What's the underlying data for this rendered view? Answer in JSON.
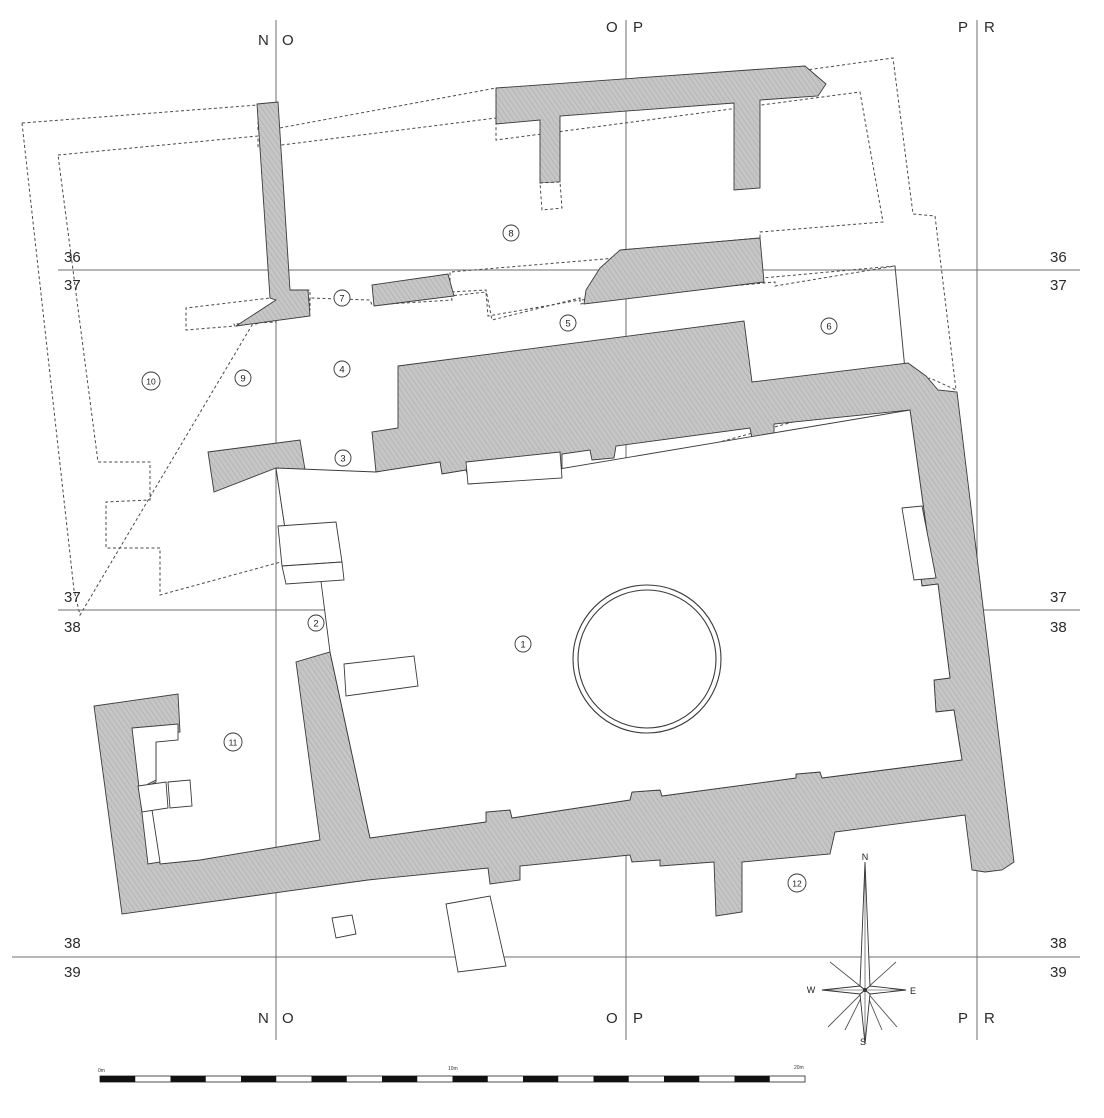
{
  "grid": {
    "columns_top": [
      {
        "left": "N",
        "right": "O"
      },
      {
        "left": "O",
        "right": "P"
      },
      {
        "left": "P",
        "right": "R"
      }
    ],
    "columns_bottom": [
      {
        "left": "N",
        "right": "O"
      },
      {
        "left": "O",
        "right": "P"
      },
      {
        "left": "P",
        "right": "R"
      }
    ],
    "rows": [
      {
        "above": "36",
        "below": "37"
      },
      {
        "above": "37",
        "below": "38"
      },
      {
        "above": "38",
        "below": "39"
      }
    ]
  },
  "rooms": [
    "1",
    "2",
    "3",
    "4",
    "5",
    "6",
    "7",
    "8",
    "9",
    "10",
    "11",
    "12"
  ],
  "compass": {
    "n": "N",
    "s": "S",
    "e": "E",
    "w": "W"
  },
  "scale": {
    "start": "0m",
    "mid": "10m",
    "end": "20m"
  },
  "colors": {
    "wall_fill": "#c4c4c4",
    "line": "#3b3b3b"
  }
}
